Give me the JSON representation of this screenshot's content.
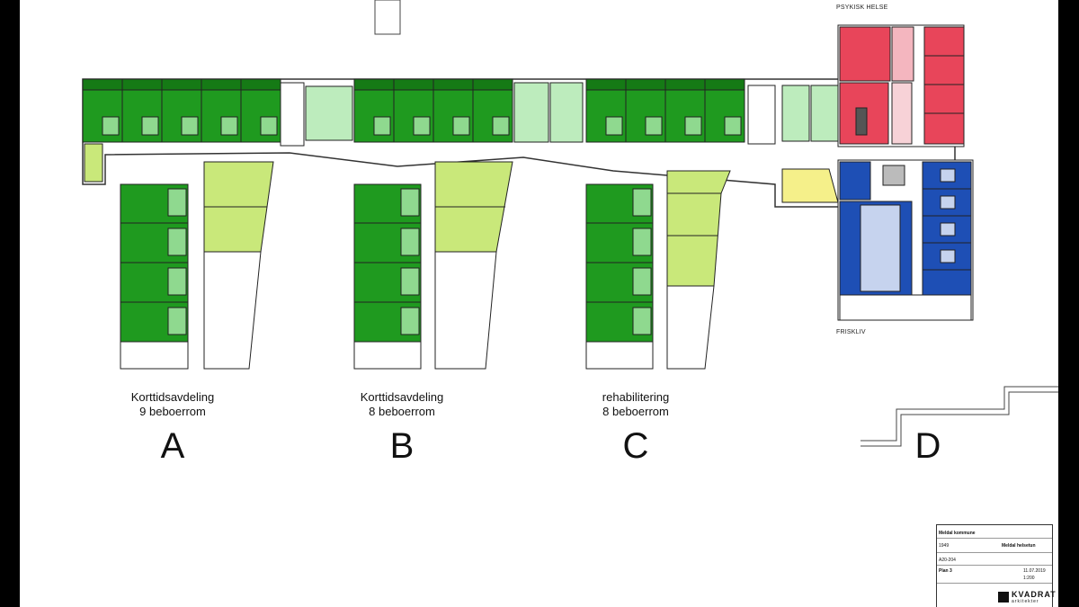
{
  "wings": [
    {
      "name_line1": "Korttidsavdeling",
      "name_line2": "9 beboerrom",
      "letter": "A"
    },
    {
      "name_line1": "Korttidsavdeling",
      "name_line2": "8 beboerrom",
      "letter": "B"
    },
    {
      "name_line1": "rehabilitering",
      "name_line2": "8 beboerrom",
      "letter": "C"
    },
    {
      "name_line1": "",
      "name_line2": "",
      "letter": "D"
    }
  ],
  "labels": {
    "psykisk_helse": "PSYKISK HELSE",
    "frisklov": "FRISKLIV"
  },
  "title_block": {
    "client": "Meldal kommune",
    "project_no": "1949",
    "project": "Meldal helsetun",
    "drawing_no": "A20-204",
    "drawing_title": "Plan 3",
    "date": "11.07.2019",
    "scale": "1:200",
    "logo_name": "KVADRAT",
    "logo_sub": "arkitekter"
  },
  "colors": {
    "resident_room": "#1f9a1f",
    "bathroom": "#8fd98f",
    "common": "#c9e87a",
    "mental_health": "#e8455a",
    "frisklov": "#1e4fb5",
    "frisklov_light": "#c6d3ee",
    "hall": "#f5f08a"
  }
}
